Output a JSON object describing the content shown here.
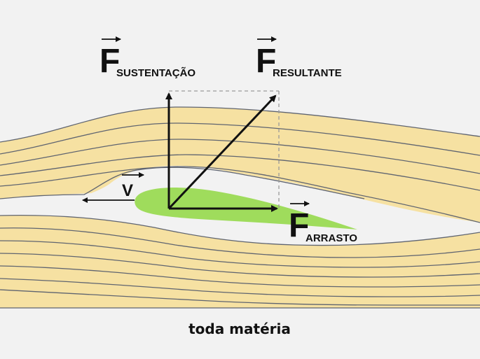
{
  "labels": {
    "lift_letter": "F",
    "lift_sub": "SUSTENTAÇÃO",
    "resultant_letter": "F",
    "resultant_sub": "RESULTANTE",
    "drag_letter": "F",
    "drag_sub": "ARRASTO",
    "velocity_letter": "V"
  },
  "footer": {
    "brand": "toda matéria"
  },
  "colors": {
    "background": "#f2f2f2",
    "stream_fill": "#f6e1a2",
    "stream_line": "#5f6470",
    "airfoil": "#9fdc5c",
    "arrow": "#111111",
    "dashed": "#9a9a9a"
  }
}
